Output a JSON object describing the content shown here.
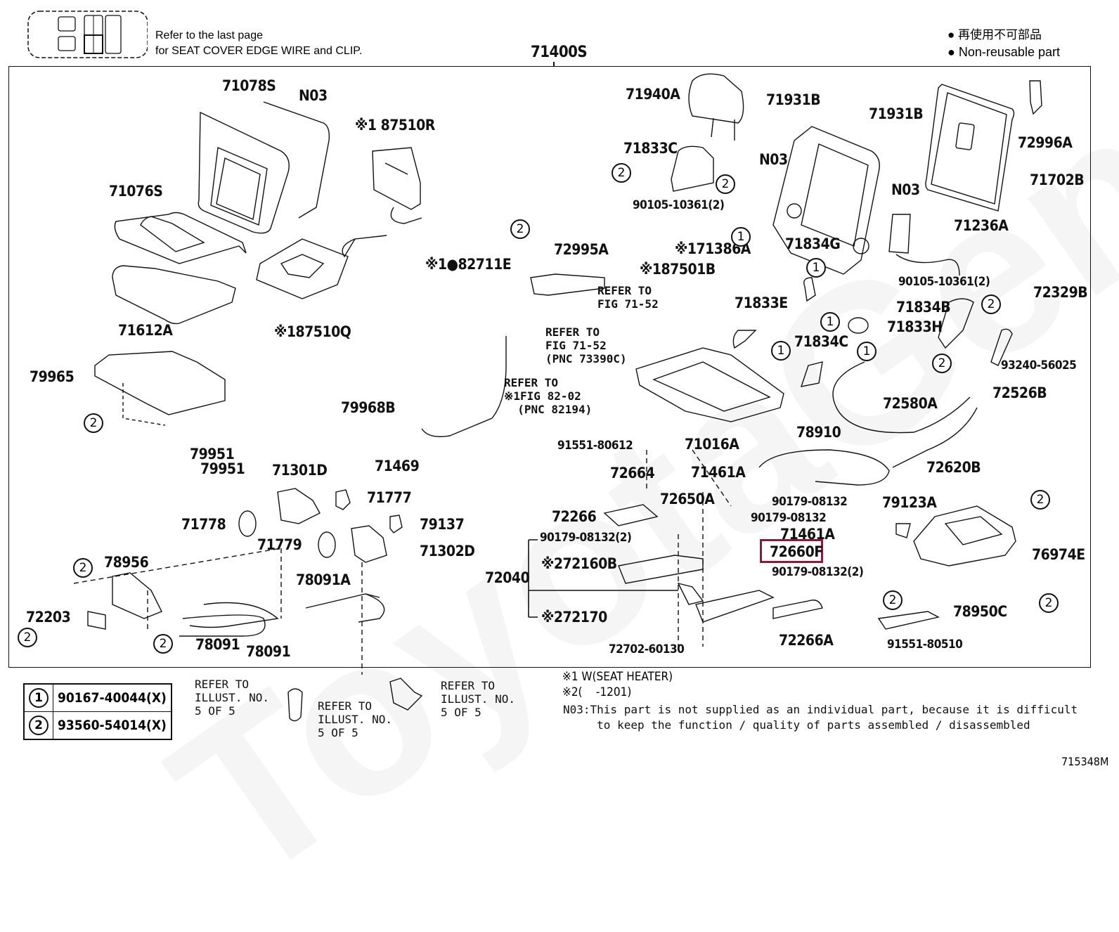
{
  "header": {
    "note_line1": "Refer to the last page",
    "note_line2": "for SEAT COVER EDGE WIRE and CLIP.",
    "assembly_no": "71400S",
    "legend_jp": "再使用不可部品",
    "legend_en": "Non-reusable part",
    "legend_bullet": "●"
  },
  "watermark": "ToyotaGenuine",
  "parts": {
    "p71078S": "71078S",
    "pN03a": "N03",
    "p87510R": "※1 87510R",
    "p71076S": "71076S",
    "p82711E": "※1●82711E",
    "p71612A": "71612A",
    "p87510Q": "※187510Q",
    "p79965": "79965",
    "p79968B": "79968B",
    "p71469": "71469",
    "p79951a": "79951",
    "p79951b": "79951",
    "p71301D": "71301D",
    "p71777": "71777",
    "p71778": "71778",
    "p79137": "79137",
    "p71779": "71779",
    "p71302D": "71302D",
    "p78956": "78956",
    "p78091A": "78091A",
    "p72203": "72203",
    "p78091a": "78091",
    "p78091b": "78091",
    "p72995A": "72995A",
    "p71940A": "71940A",
    "p71931Ba": "71931B",
    "p71931Bb": "71931B",
    "p72996A": "72996A",
    "p71833C": "71833C",
    "pN03b": "N03",
    "p71702B": "71702B",
    "p90105a": "90105-10361(2)",
    "pN03c": "N03",
    "p71236A": "71236A",
    "p71386A": "※171386A",
    "p71834G": "71834G",
    "p87501B": "※187501B",
    "p90105b": "90105-10361(2)",
    "p72329B": "72329B",
    "p71834B": "71834B",
    "p71833E": "71833E",
    "p71833H": "71833H",
    "p71834C": "71834C",
    "p93240": "93240-56025",
    "p72526B": "72526B",
    "p72580A": "72580A",
    "p71016A": "71016A",
    "p78910": "78910",
    "p91551a": "91551-80612",
    "p72664": "72664",
    "p71461Aa": "71461A",
    "p72620B": "72620B",
    "p72650A": "72650A",
    "p90179a": "90179-08132",
    "p79123A": "79123A",
    "p72266": "72266",
    "p90179b": "90179-08132",
    "p71461Ab": "71461A",
    "p90179c": "90179-08132(2)",
    "p72660F": "72660F",
    "p76974E": "76974E",
    "p72160B": "※272160B",
    "p90179d": "90179-08132(2)",
    "p72040": "72040",
    "p78950C": "78950C",
    "p72170": "※272170",
    "p72266A": "72266A",
    "p91551b": "91551-80510",
    "p72702": "72702-60130"
  },
  "refers": {
    "r1": "REFER TO\nFIG 71-52",
    "r2": "REFER TO\nFIG 71-52\n(PNC 73390C)",
    "r3": "REFER TO\n※1FIG 82-02\n  (PNC 82194)"
  },
  "callouts": {
    "one": "1",
    "two": "2"
  },
  "legend_table": [
    {
      "num": "1",
      "part": "90167-40044(X)"
    },
    {
      "num": "2",
      "part": "93560-54014(X)"
    }
  ],
  "bottom_refers": {
    "a": "REFER TO\nILLUST. NO.\n5 OF 5",
    "b": "REFER TO\nILLUST. NO.\n5 OF 5",
    "c": "REFER TO\nILLUST. NO.\n5 OF 5"
  },
  "footnotes": {
    "n1": "※1 W(SEAT HEATER)",
    "n2": "※2(    -1201)",
    "n3": "N03:This part is not supplied as an individual part, because it is difficult",
    "n4": "     to keep the function / quality of parts assembled / disassembled"
  },
  "figure_id": "715348M",
  "highlight_color": "#8b1a3a"
}
